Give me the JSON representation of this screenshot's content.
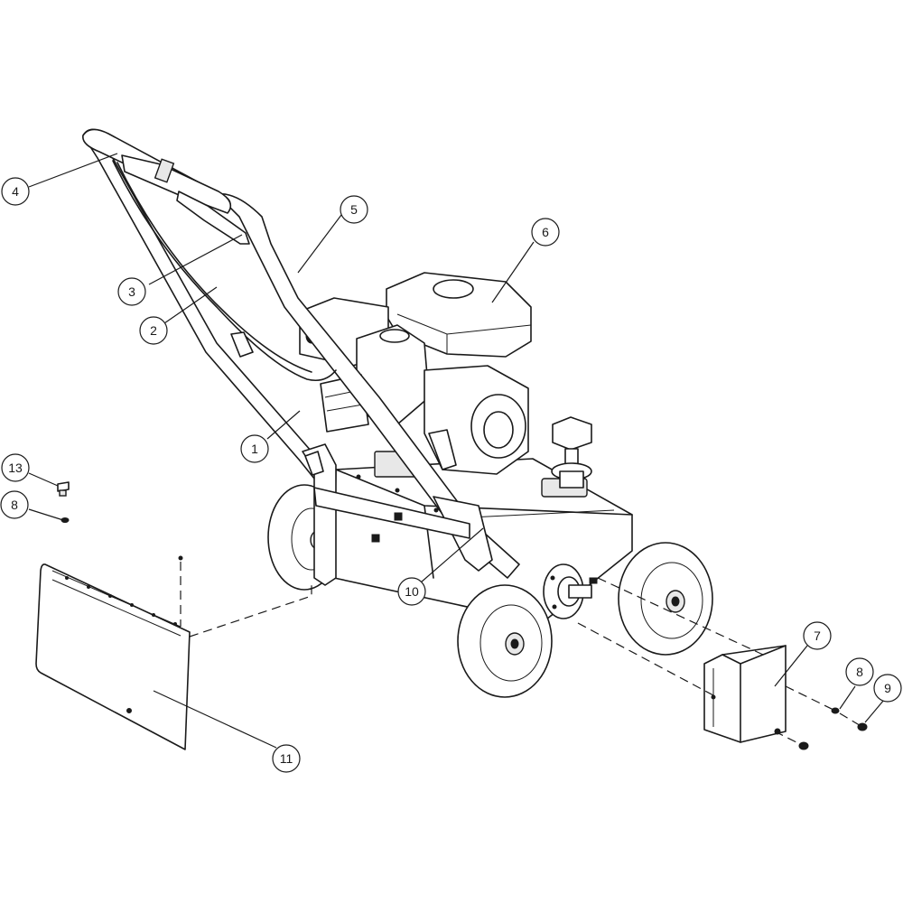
{
  "callouts": [
    {
      "id": "c1",
      "label": "1"
    },
    {
      "id": "c2",
      "label": "2"
    },
    {
      "id": "c3",
      "label": "3"
    },
    {
      "id": "c4",
      "label": "4"
    },
    {
      "id": "c5",
      "label": "5"
    },
    {
      "id": "c6",
      "label": "6"
    },
    {
      "id": "c7",
      "label": "7"
    },
    {
      "id": "c8a",
      "label": "8"
    },
    {
      "id": "c8b",
      "label": "8"
    },
    {
      "id": "c9",
      "label": "9"
    },
    {
      "id": "c10",
      "label": "10"
    },
    {
      "id": "c11",
      "label": "11"
    },
    {
      "id": "c13",
      "label": "13"
    }
  ]
}
